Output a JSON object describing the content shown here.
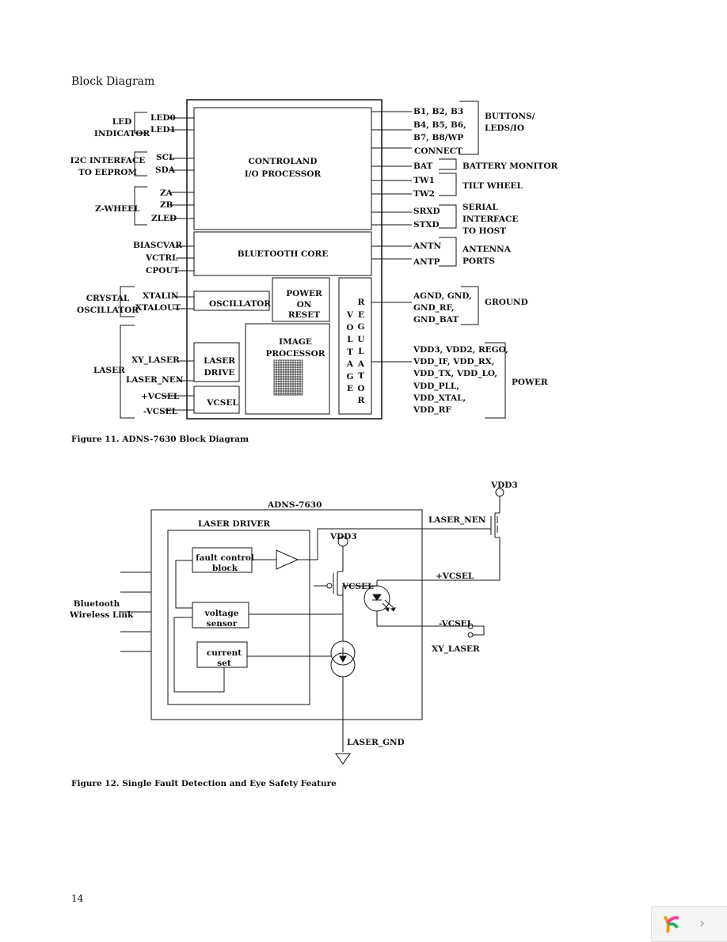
{
  "section_title": "Block Diagram",
  "fig11": {
    "caption": "Figure 11. ADNS-7630 Block Diagram",
    "blocks": {
      "control": "CONTROLAND\nI/O PROCESSOR",
      "bluetooth": "BLUETOOTH CORE",
      "power_on_reset": "POWER\nON\nRESET",
      "oscillator": "OSCILLATOR",
      "voltage_regulator_left": "V\nO\nL\nT\nA\nG\nE",
      "voltage_regulator_right": "R\nE\nG\nU\nL\nA\nT\nO\nR",
      "image_processor": "IMAGE\nPROCESSOR",
      "laser_drive": "LASER\nDRIVE",
      "vcsel": "VCSEL"
    },
    "left_groups": {
      "led": "LED\nINDICATOR",
      "i2c": "I2C INTERFACE\nTO EEPROM",
      "zwheel": "Z-WHEEL",
      "crystal": "CRYSTAL\nOSCILLATOR",
      "laser": "LASER"
    },
    "left_pins": {
      "led0": "LED0",
      "led1": "LED1",
      "scl": "SCL",
      "sda": "SDA",
      "za": "ZA",
      "zb": "ZB",
      "zled": "ZLED",
      "biascvar": "BIASCVAR",
      "vctrl": "VCTRL",
      "cpout": "CPOUT",
      "xtalin": "XTALIN",
      "xtalout": "XTALOUT",
      "xy_laser": "XY_LASER",
      "laser_nen": "LASER_NEN",
      "vcsel_pos": "+VCSEL",
      "vcsel_neg": "-VCSEL"
    },
    "right_pins": {
      "b123": "B1, B2, B3",
      "b456": "B4, B5, B6,",
      "b78": "B7, B8/WP",
      "connect": "CONNECT",
      "bat": "BAT",
      "tw1": "TW1",
      "tw2": "TW2",
      "srxd": "SRXD",
      "stxd": "STXD",
      "antn": "ANTN",
      "antp": "ANTP",
      "gnd1": "AGND, GND,",
      "gnd2": "GND_RF,",
      "gnd3": "GND_BAT",
      "pwr1": "VDD3, VDD2, REGO,",
      "pwr2": "VDD_IF, VDD_RX,",
      "pwr3": "VDD_TX, VDD_LO,",
      "pwr4": "VDD_PLL,",
      "pwr5": "VDD_XTAL,",
      "pwr6": "VDD_RF"
    },
    "right_groups": {
      "buttons": "BUTTONS/\nLEDS/IO",
      "battery": "BATTERY MONITOR",
      "tilt": "TILT WHEEL",
      "serial": "SERIAL\nINTERFACE\nTO HOST",
      "antenna": "ANTENNA\nPORTS",
      "ground": "GROUND",
      "power": "POWER"
    }
  },
  "fig12": {
    "caption": "Figure 12. Single Fault Detection and Eye Safety Feature",
    "chip": "ADNS-7630",
    "laser_driver": "LASER DRIVER",
    "fault_control": "fault control\nblock",
    "voltage_sensor": "voltage\nsensor",
    "current_set": "current\nset",
    "bluetooth_link": "Bluetooth\nWireless Link",
    "vdd3_top": "VDD3",
    "vdd3_inner": "VDD3",
    "laser_nen": "LASER_NEN",
    "vcsel_pos": "+VCSEL",
    "vcsel_neg": "-VCSEL",
    "vcsel": "VCSEL",
    "xy_laser": "XY_LASER",
    "laser_gnd": "LASER_GND"
  },
  "page_number": "14"
}
